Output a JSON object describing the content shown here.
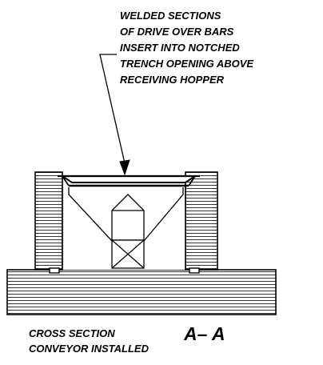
{
  "callout": {
    "lines": [
      "WELDED SECTIONS",
      "OF DRIVE OVER BARS",
      "INSERT INTO NOTCHED",
      "TRENCH OPENING ABOVE",
      "RECEIVING HOPPER"
    ]
  },
  "caption": {
    "line1": "CROSS SECTION",
    "line2": "CONVEYOR INSTALLED",
    "section_mark": "A– A"
  }
}
